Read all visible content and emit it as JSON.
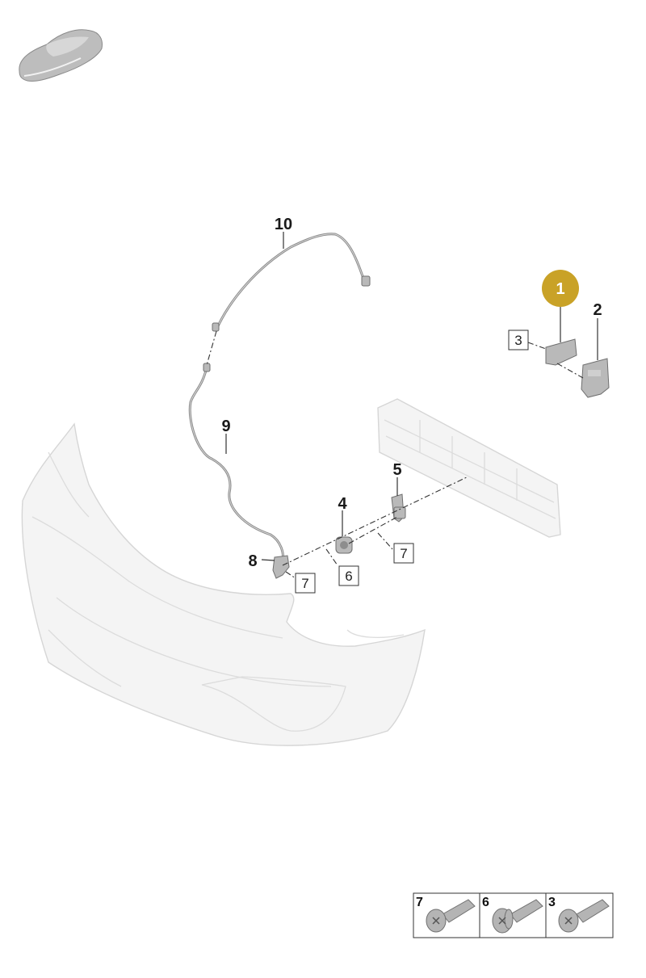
{
  "callouts": {
    "c1": "1",
    "c2": "2",
    "c4": "4",
    "c5": "5",
    "c8": "8",
    "c9": "9",
    "c10": "10"
  },
  "boxed_refs": {
    "b3": "3",
    "b6": "6",
    "b7a": "7",
    "b7b": "7"
  },
  "fastener_legend": [
    {
      "number": "7"
    },
    {
      "number": "6"
    },
    {
      "number": "3"
    }
  ],
  "colors": {
    "highlight_badge": "#c9a227",
    "part_gray": "#b9b9b9",
    "ghost_outline": "#d6d6d6"
  },
  "icons": [
    "car-thumbnail-icon",
    "screw-7-icon",
    "screw-6-icon",
    "screw-3-icon"
  ]
}
